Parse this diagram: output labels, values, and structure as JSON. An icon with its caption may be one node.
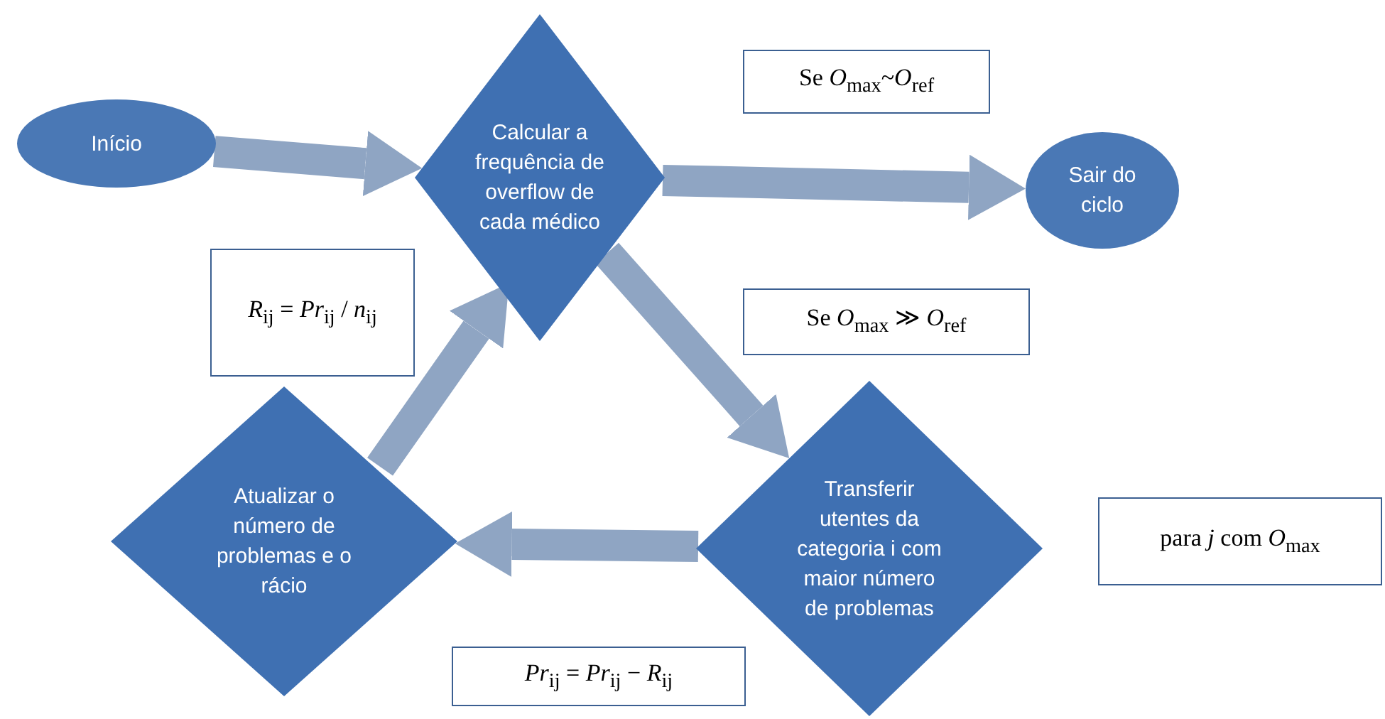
{
  "diagram": {
    "nodes": [
      {
        "text": [
          "Início"
        ]
      },
      {
        "text": [
          "Calcular a frequência de overflow de cada médico"
        ]
      },
      {
        "text": [
          "Se *O*$_{max}$~*O*$_{ref}$"
        ]
      },
      {
        "text": [
          "Sair do ciclo"
        ]
      },
      {
        "text": [
          "*R*$_{ij}$ = *Pr*$_{ij}$ / *n*$_{ij}$"
        ]
      },
      {
        "text": [
          "Se *O*$_{max}$ ≫ *O*$_{ref}$"
        ]
      },
      {
        "text": [
          "Atualizar o número de problemas e o rácio"
        ]
      },
      {
        "text": [
          "Transferir utentes da categoria i com maior número de problemas"
        ]
      },
      {
        "text": [
          "para *j* com *O*$_{max}$"
        ]
      },
      {
        "text": [
          "*Pr*$_{ij}$ = *Pr*$_{ij}$ − *R*$_{ij}$"
        ]
      }
    ],
    "edges": [
      {
        "from": 0,
        "to": 1,
        "arrow": "to"
      },
      {
        "from": 1,
        "to": 3,
        "arrow": "to"
      },
      {
        "from": 1,
        "to": 7,
        "arrow": "to"
      },
      {
        "from": 7,
        "to": 6,
        "arrow": "to"
      },
      {
        "from": 6,
        "to": 1,
        "arrow": "to"
      }
    ]
  }
}
